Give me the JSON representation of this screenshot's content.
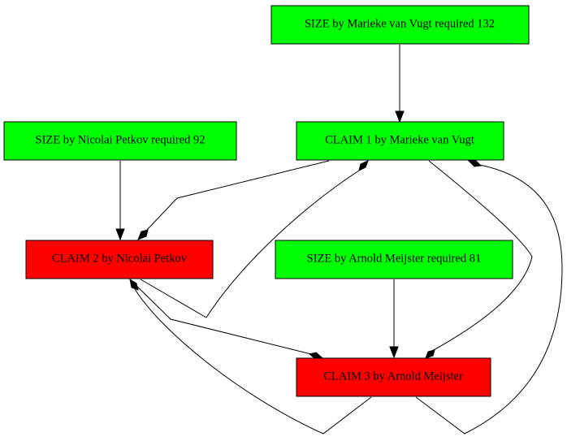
{
  "colors": {
    "ok": "#00ff00",
    "fail": "#ff0000"
  },
  "nodes": {
    "size_marieke": {
      "label": "SIZE by Marieke van Vugt required 132",
      "status": "ok"
    },
    "size_nicolai": {
      "label": "SIZE by Nicolai Petkov required 92",
      "status": "ok"
    },
    "claim1": {
      "label": "CLAIM 1 by Marieke van Vugt",
      "status": "ok"
    },
    "claim2": {
      "label": "CLAIM 2 by Nicolai Petkov",
      "status": "fail"
    },
    "size_arnold": {
      "label": "SIZE by Arnold Meijster required 81",
      "status": "ok"
    },
    "claim3": {
      "label": "CLAIM 3 by Arnold Meijster",
      "status": "fail"
    }
  },
  "edges": [
    {
      "from": "size_marieke",
      "to": "claim1",
      "head": "arrow"
    },
    {
      "from": "size_nicolai",
      "to": "claim2",
      "head": "arrow"
    },
    {
      "from": "size_arnold",
      "to": "claim3",
      "head": "arrow"
    },
    {
      "from": "claim1",
      "to": "claim2",
      "head": "diamond"
    },
    {
      "from": "claim2",
      "to": "claim1",
      "head": "diamond"
    },
    {
      "from": "claim1",
      "to": "claim3",
      "head": "diamond"
    },
    {
      "from": "claim3",
      "to": "claim1",
      "head": "diamond"
    },
    {
      "from": "claim2",
      "to": "claim3",
      "head": "diamond"
    },
    {
      "from": "claim3",
      "to": "claim2",
      "head": "diamond"
    }
  ]
}
